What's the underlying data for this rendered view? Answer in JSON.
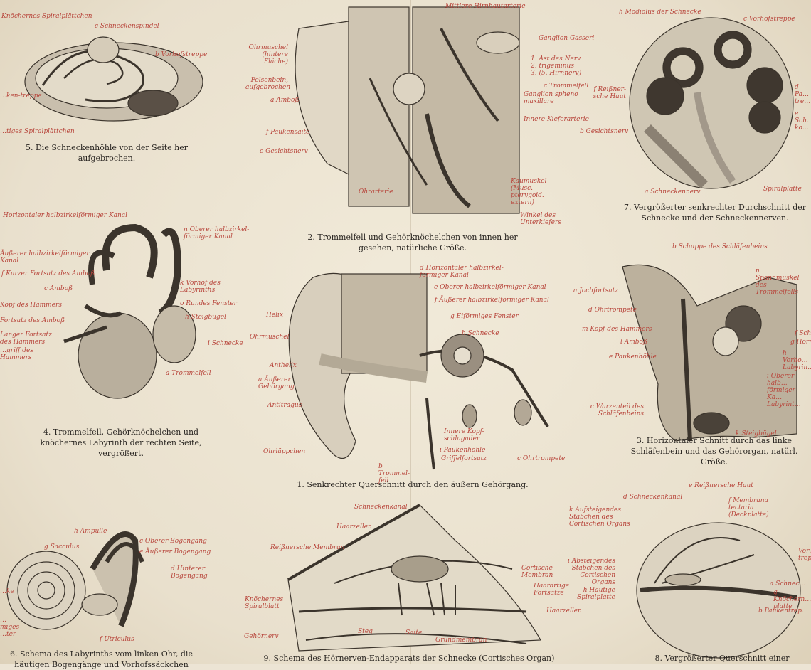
{
  "figures": [
    {
      "id": "fig5",
      "caption": "5. Die Schneckenhöhle von der Seite her aufgebrochen.",
      "labels": [
        "Knöchernes Spiralplättchen",
        "c Schneckenspindel",
        "b Vorhofstreppe",
        "…ken-treppe",
        "…tiges Spiralplättchen"
      ]
    },
    {
      "id": "fig2",
      "caption": "2. Trommelfell und Gehörknöchelchen von innen her gesehen, natürliche Größe.",
      "labels": [
        "Mittlere Hirnhautarterie",
        "Ganglion Gasseri",
        "Ohrmuschel (hintere Fläche)",
        "1. Ast des Nerv.",
        "2. trigeminus",
        "3. (5. Hirnnerv)",
        "Felsenbein, aufgebrochen",
        "a Amboß",
        "c Trommelfell",
        "Ganglion spheno maxillare",
        "Innere Kieferarterie",
        "f Paukensaite",
        "e Gesichtsnerv",
        "Ohrarterie",
        "Kaumuskel (Musc. pterygoid. extern)",
        "Winkel des Unterkiefers"
      ]
    },
    {
      "id": "fig7",
      "caption": "7. Vergrößerter senkrechter Durchschnitt der Schnecke und der Schneckennerven.",
      "labels": [
        "h Modiolus der Schnecke",
        "c Vorhofstreppe",
        "f Reißner-sche Haut",
        "d Pa… tre…",
        "e Sch… ko…",
        "b Gesichtsnerv",
        "a Schneckennerv",
        "Spiralplatte"
      ]
    },
    {
      "id": "fig4",
      "caption": "4. Trommelfell, Gehörknöchelchen und knöchernes Labyrinth der rechten Seite, vergrößert.",
      "labels": [
        "Horizontaler halbzirkelförmiger Kanal",
        "n Oberer halbzirkel-förmiger Kanal",
        "Äußerer halbzirkelförmiger Kanal",
        "f Kurzer Fortsatz des Amboß",
        "c Amboß",
        "k Vorhof des Labyrinths",
        "o Rundes Fenster",
        "Kopf des Hammers",
        "h Steigbügel",
        "Fortsatz des Amboß",
        "Langer Fortsatz des Hammers",
        "…griff des Hammers",
        "i Schnecke",
        "a Trommelfell"
      ]
    },
    {
      "id": "fig3",
      "caption": "3. Horizontaler Schnitt durch das linke Schläfenbein und das Gehörorgan, natürl. Größe.",
      "labels": [
        "b Schuppe des Schläfenbeins",
        "n Spannmuskel des Trommelfells",
        "a Jochfortsatz",
        "d Ohrtrompete",
        "m Kopf des Hammers",
        "l Amboß",
        "e Paukenhöhle",
        "f Sch…",
        "g Hörn…",
        "h Vorho… Labyrin…",
        "i Oberer halb… förmiger Ka… Labyrint…",
        "c Warzenteil des Schläfenbeins",
        "k Steigbügel"
      ]
    },
    {
      "id": "fig1",
      "caption": "1. Senkrechter Querschnitt durch den äußern Gehörgang.",
      "labels": [
        "d Horizontaler halbzirkel-förmiger Kanal",
        "e Oberer halbzirkelförmiger Kanal",
        "f Äußerer halbzirkelförmiger Kanal",
        "g Eiförmiges Fenster",
        "h Schnecke",
        "Helix",
        "Ohrmuschel",
        "Anthelix",
        "a Äußerer Gehörgang",
        "Antitragus",
        "Innere Kopf-schlagader",
        "i Paukenhöhle",
        "Ohrläppchen",
        "b Trommel-fell",
        "Griffelfortsatz",
        "c Ohrtrompete"
      ]
    },
    {
      "id": "fig6",
      "caption": "6. Schema des Labyrinths vom linken Ohr, die häutigen Bogengänge und Vorhofssäckchen",
      "labels": [
        "h Ampulle",
        "c Oberer Bogengang",
        "g Sacculus",
        "e Äußerer Bogengang",
        "d Hinterer Bogengang",
        "…ke",
        "…miges …ter",
        "f Utriculus"
      ]
    },
    {
      "id": "fig9",
      "caption": "9. Schema des Hörnerven-Endapparats der Schnecke (Cortisches Organ)",
      "labels": [
        "Schneckenkanal",
        "Haarzellen",
        "Reißnersche Membran",
        "Cortische Membran",
        "Haarartige Fortsätze",
        "Knöchernes Spiralblatt",
        "Haarzellen",
        "Gehörnerv",
        "Steg",
        "Saite",
        "Grundmembran"
      ]
    },
    {
      "id": "fig8",
      "caption": "8. Vergrößerter Querschnitt einer",
      "labels": [
        "d Schneckenkanal",
        "e Reißnersche Haut",
        "f Membrana tectaria (Deckplatte)",
        "k Aufsteigendes Stäbchen des Cortischen Organs",
        "i Absteigendes Stäbchen des Cortischen Organs",
        "h Häutige Spiralplatte",
        "Vor… trep…",
        "a Schnec…",
        "g Knöchern… platte",
        "b Paukentrep…"
      ]
    }
  ]
}
